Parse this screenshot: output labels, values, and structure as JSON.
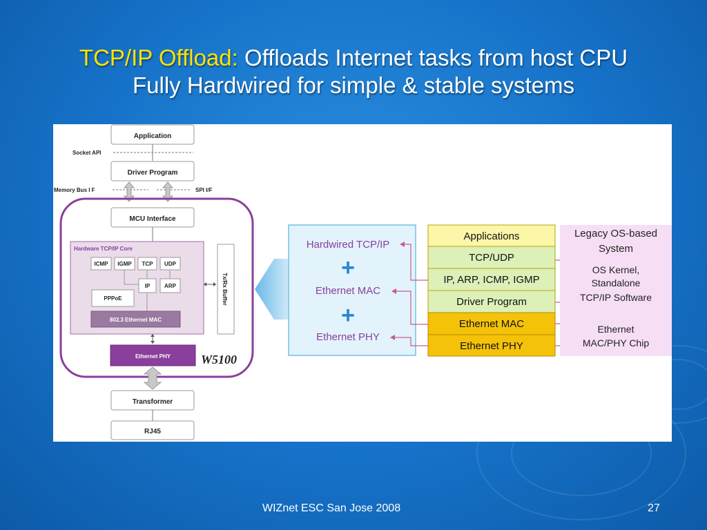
{
  "slide": {
    "title_highlight": "TCP/IP Offload:",
    "title_rest": " Offloads Internet tasks from host CPU",
    "subtitle": "Fully Hardwired for simple & stable systems",
    "footer": "WIZnet   ESC San Jose 2008",
    "page_number": "27"
  },
  "left_diagram": {
    "application": "Application",
    "socket_api": "Socket API",
    "driver_program": "Driver Program",
    "memory_bus": "Memory Bus I F",
    "spi": "SPI I/F",
    "mcu_interface": "MCU Interface",
    "core_title": "Hardware TCP/IP Core",
    "icmp": "ICMP",
    "igmp": "IGMP",
    "tcp": "TCP",
    "udp": "UDP",
    "ip": "IP",
    "arp": "ARP",
    "pppoe": "PPPoE",
    "ethernet_mac": "802.3 Ethernet MAC",
    "buffer": "Tx/Rx Buffer",
    "ethernet_phy": "Ethernet PHY",
    "chip": "W5100",
    "transformer": "Transformer",
    "rj45": "RJ45"
  },
  "hardwired": {
    "tcpip": "Hardwired TCP/IP",
    "plus": "+",
    "mac": "Ethernet MAC",
    "phy": "Ethernet PHY"
  },
  "stack": [
    "Applications",
    "TCP/UDP",
    "IP, ARP, ICMP, IGMP",
    "Driver Program",
    "Ethernet MAC",
    "Ethernet PHY"
  ],
  "legacy": {
    "title_line1": "Legacy OS-based",
    "title_line2": "System",
    "os_line1": "OS Kernel,",
    "os_line2": "Standalone",
    "os_line3": "TCP/IP Software",
    "chip_line1": "Ethernet",
    "chip_line2": "MAC/PHY Chip"
  },
  "colors": {
    "highlight": "#ffe200",
    "purple": "#8a3f9c",
    "hardwired_text": "#8a3f9c",
    "plus": "#2a86d4",
    "stack_yellow": "#fbf6a8",
    "stack_green": "#dcf0b8",
    "stack_orange": "#f5c20a",
    "legacy_bg": "#f6dff5"
  }
}
